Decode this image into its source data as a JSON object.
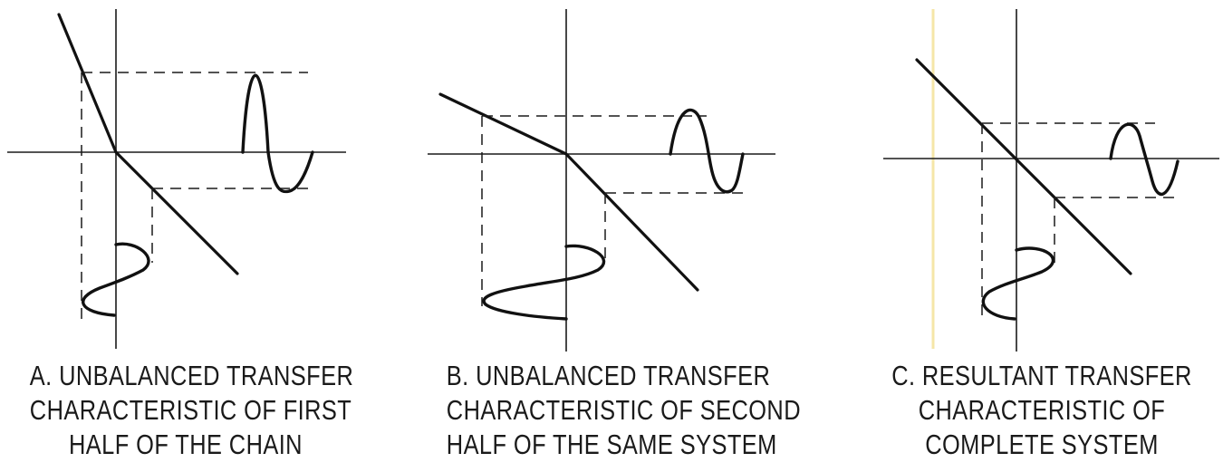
{
  "panels": [
    {
      "id": "a",
      "caption_lines": [
        "A.  UNBALANCED TRANSFER",
        "CHARACTERISTIC OF FIRST",
        "HALF OF THE CHAIN"
      ]
    },
    {
      "id": "b",
      "caption_lines": [
        "B. UNBALANCED TRANSFER",
        "CHARACTERISTIC OF SECOND",
        "HALF OF THE SAME SYSTEM"
      ]
    },
    {
      "id": "c",
      "caption_lines": [
        "C. RESULTANT TRANSFER",
        "CHARACTERISTIC OF",
        "COMPLETE SYSTEM"
      ]
    }
  ],
  "colors": {
    "line": "#111111",
    "background": "#ffffff",
    "highlight": "#f5e6a8"
  }
}
